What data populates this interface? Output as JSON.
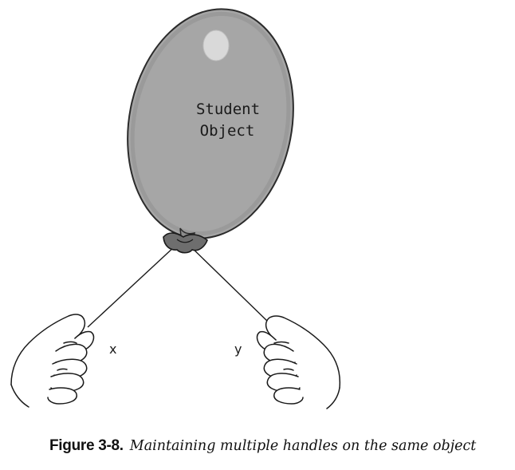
{
  "diagram": {
    "balloon": {
      "label_line1": "Student",
      "label_line2": "Object"
    },
    "handles": {
      "left_label": "x",
      "right_label": "y"
    }
  },
  "caption": {
    "number": "Figure 3-8.",
    "text": "Maintaining multiple handles on the same object"
  },
  "colors": {
    "balloon_fill": "#a6a6a6",
    "balloon_outline": "#2b2b2b",
    "line": "#1a1a1a"
  }
}
